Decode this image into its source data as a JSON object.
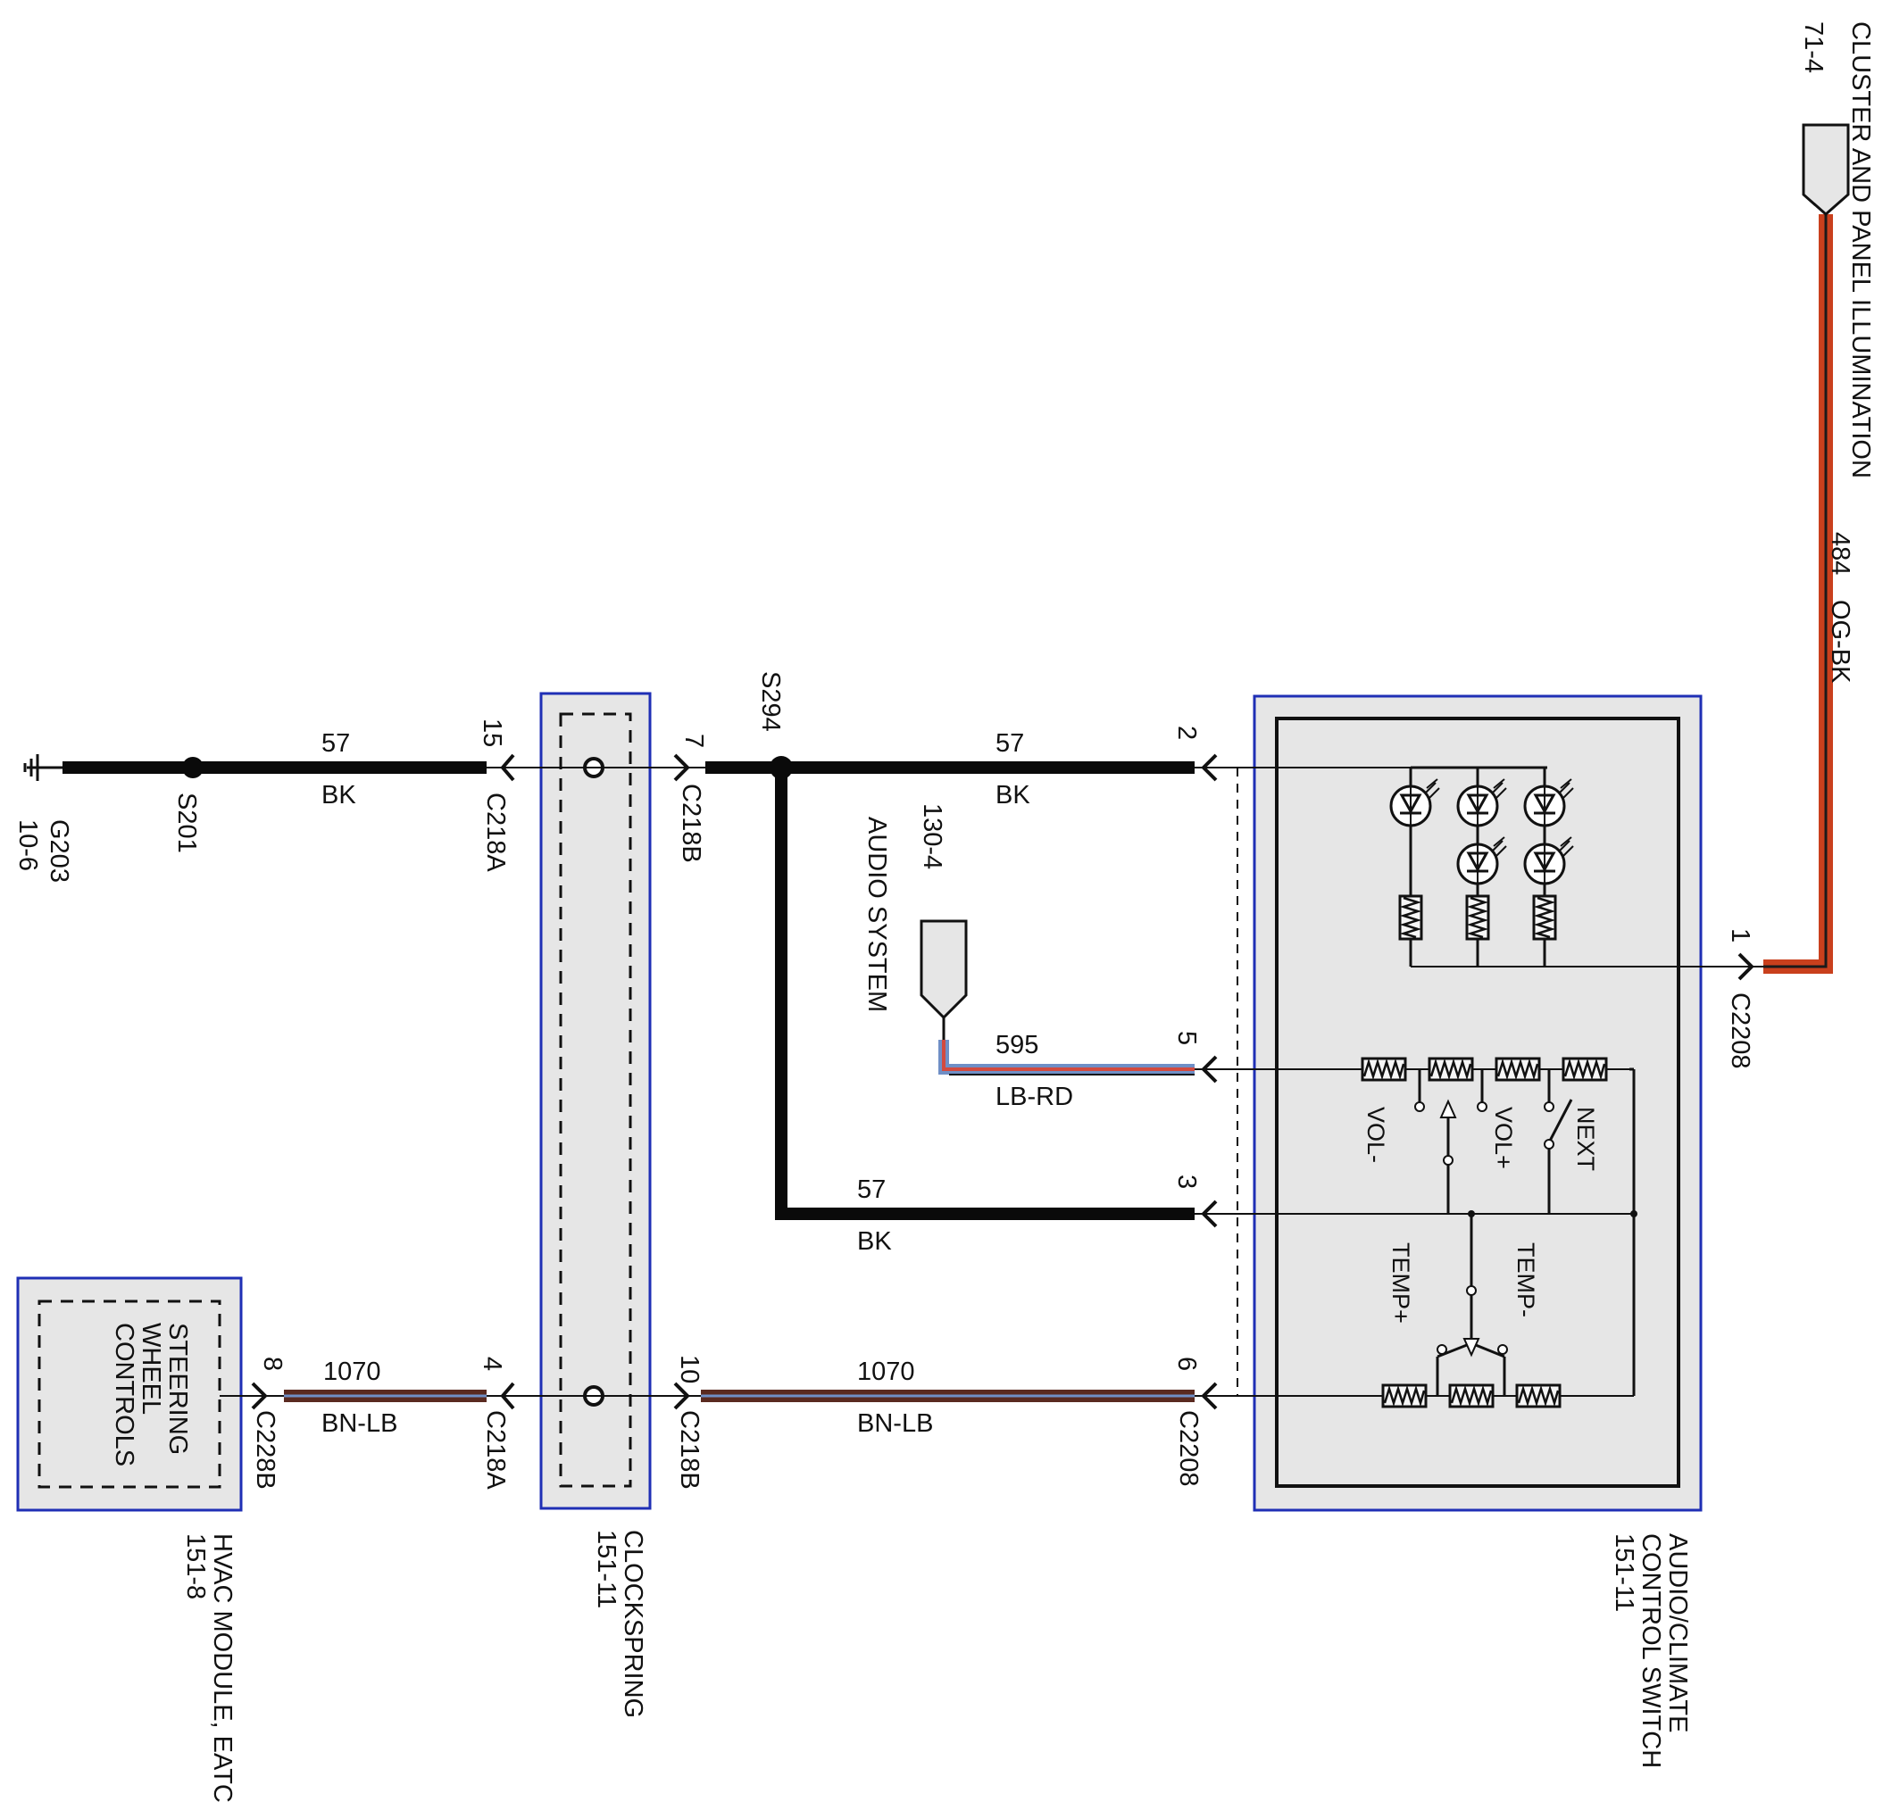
{
  "colors": {
    "wire_black": "#0a0a0a",
    "og_bk_orange": "#c9401d",
    "lb_rd_blue": "#6f8fc6",
    "lb_rd_red": "#d24a3f",
    "bn_lb_brown": "#5a2a20",
    "component_fill": "#e6e6e6",
    "component_border": "#1f2fb5"
  },
  "ground": {
    "id": "G203",
    "ref": "10-6"
  },
  "splices": {
    "s201": "S201",
    "s294": "S294"
  },
  "connectors": {
    "c218a_top": {
      "pin": "15",
      "name": "C218A"
    },
    "c218b_top": {
      "pin": "7",
      "name": "C218B"
    },
    "c2208_pin2": {
      "pin": "2"
    },
    "c2208_pin5": {
      "pin": "5"
    },
    "c2208_pin3": {
      "pin": "3"
    },
    "c2208_pin6": {
      "pin": "6",
      "name": "C2208"
    },
    "c2208_pin1": {
      "pin": "1",
      "name": "C2208"
    },
    "c228b": {
      "pin": "8",
      "name": "C228B"
    },
    "c218a_bottom": {
      "pin": "4",
      "name": "C218A"
    },
    "c218b_bottom": {
      "pin": "10",
      "name": "C218B"
    }
  },
  "wires": {
    "w57_left": {
      "circuit": "57",
      "color": "BK"
    },
    "w57_top": {
      "circuit": "57",
      "color": "BK"
    },
    "w57_mid": {
      "circuit": "57",
      "color": "BK"
    },
    "w595": {
      "circuit": "595",
      "color": "LB-RD"
    },
    "w484": {
      "circuit": "484",
      "color": "OG-BK"
    },
    "w1070_left": {
      "circuit": "1070",
      "color": "BN-LB"
    },
    "w1070_right": {
      "circuit": "1070",
      "color": "BN-LB"
    }
  },
  "references": {
    "cluster": {
      "ref": "71-4",
      "name": "CLUSTER AND PANEL ILLUMINATION"
    },
    "audio": {
      "ref": "130-4",
      "name": "AUDIO SYSTEM"
    }
  },
  "components": {
    "clockspring": {
      "name": "CLOCKSPRING",
      "ref": "151-11"
    },
    "audio_climate": {
      "line1": "AUDIO/CLIMATE",
      "line2": "CONTROL SWITCH",
      "ref": "151-11"
    },
    "hvac": {
      "name": "HVAC MODULE, EATC",
      "ref": "151-8"
    },
    "steering": {
      "line1": "STEERING",
      "line2": "WHEEL",
      "line3": "CONTROLS"
    }
  },
  "switch_labels": {
    "vol_minus": "VOL-",
    "vol_plus": "VOL+",
    "next": "NEXT",
    "temp_plus": "TEMP+",
    "temp_minus": "TEMP-"
  }
}
